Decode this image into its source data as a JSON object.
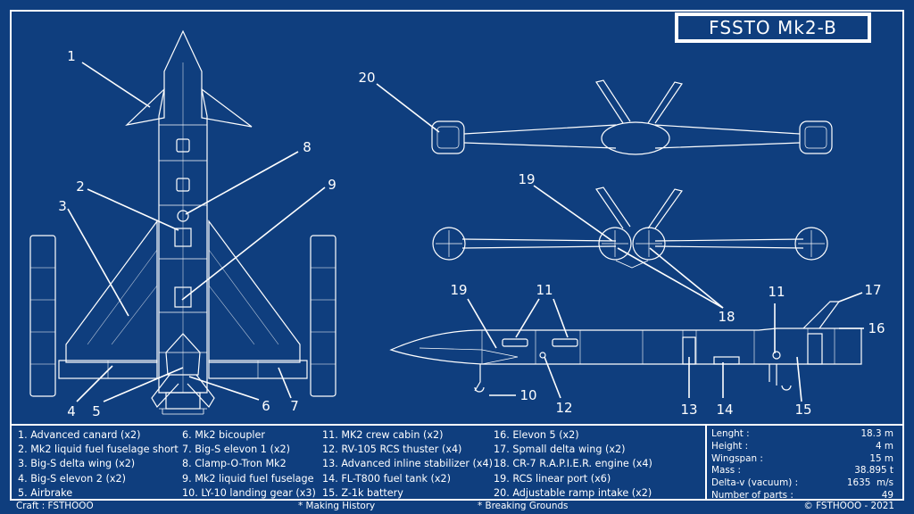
{
  "title": "FSSTO Mk2-B",
  "callouts": [
    "1",
    "2",
    "3",
    "4",
    "5",
    "6",
    "7",
    "8",
    "9",
    "20",
    "19",
    "18",
    "11",
    "17",
    "16",
    "11",
    "19",
    "13",
    "14",
    "15",
    "10",
    "12"
  ],
  "parts_columns": [
    [
      "1. Advanced canard (x2)",
      "2. Mk2 liquid fuel fuselage short",
      "3. Big-S delta wing (x2)",
      "4. Big-S elevon 2 (x2)",
      "5. Airbrake"
    ],
    [
      "6. Mk2 bicoupler",
      "7. Big-S elevon 1 (x2)",
      "8. Clamp-O-Tron Mk2",
      "9. Mk2 liquid fuel fuselage",
      "10. LY-10 landing gear (x3)"
    ],
    [
      "11. MK2 crew cabin (x2)",
      "12. RV-105 RCS thuster (x4)",
      "13. Advanced inline stabilizer (x4)",
      "14. FL-T800 fuel tank (x2)",
      "15. Z-1k battery"
    ],
    [
      "16. Elevon 5 (x2)",
      "17. Spmall delta wing (x2)",
      "18. CR-7 R.A.P.I.E.R. engine (x4)",
      "19. RCS linear port (x6)",
      "20. Adjustable ramp intake (x2)"
    ]
  ],
  "specs": [
    {
      "label": "Lenght :",
      "value": "18.3 m"
    },
    {
      "label": "Height :",
      "value": "4 m"
    },
    {
      "label": "Wingspan :",
      "value": "15 m"
    },
    {
      "label": "Mass :",
      "value": "38.895 t"
    },
    {
      "label": "Delta-v (vacuum) :",
      "value": "1635  m/s"
    },
    {
      "label": "Number of parts :",
      "value": "49"
    }
  ],
  "footer": {
    "craft": "Craft : FSTHOOO",
    "dlc1": "* Making History",
    "dlc2": "* Breaking Grounds",
    "copyright": "© FSTHOOO - 2021"
  },
  "colors": {
    "background": "#0f3e7e",
    "lines": "#ffffff"
  }
}
